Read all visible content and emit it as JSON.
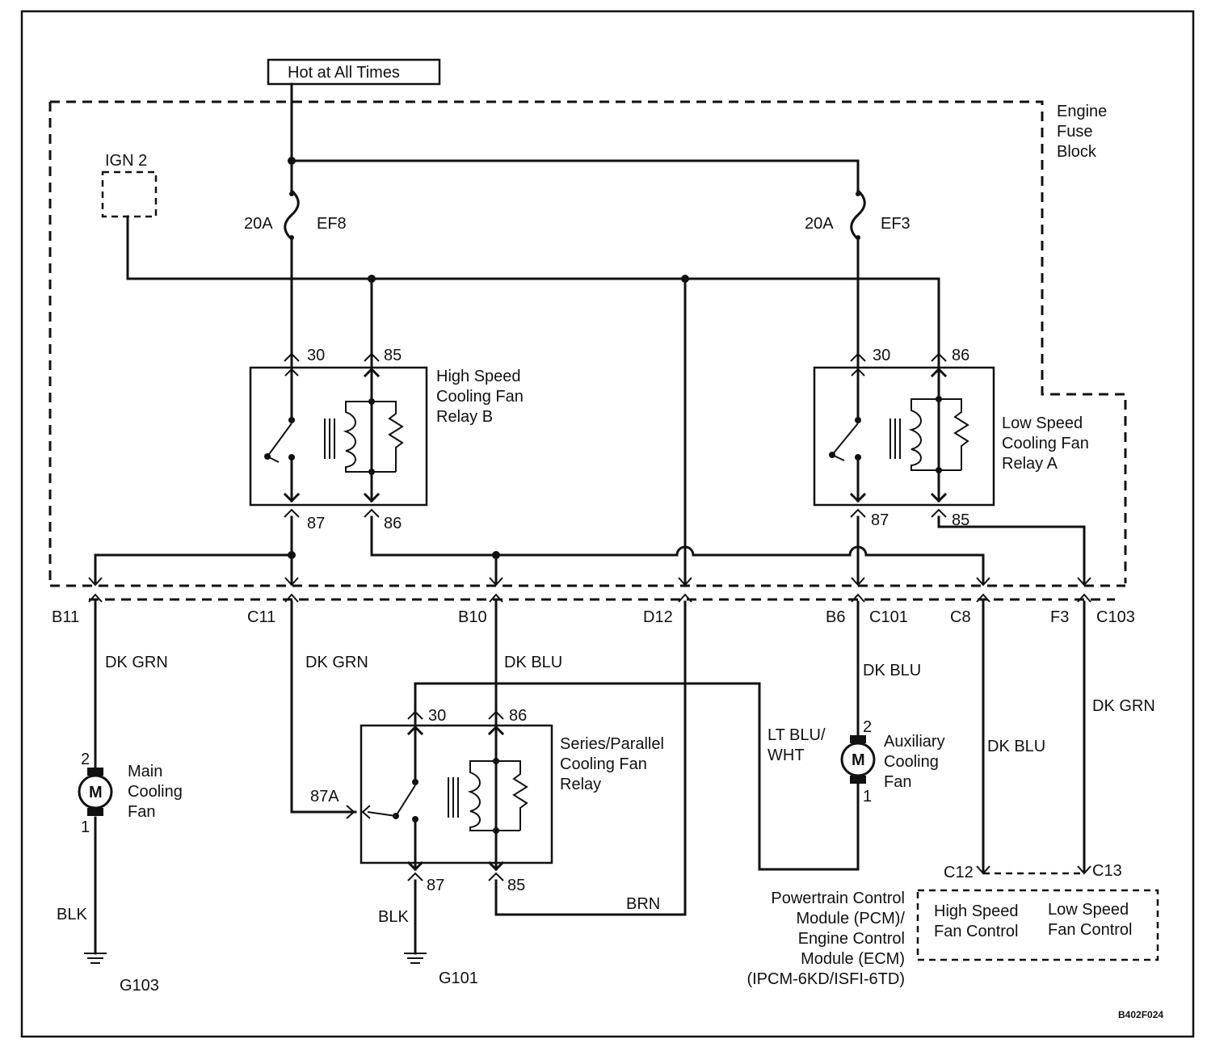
{
  "hot_label": "Hot at All Times",
  "engine_fuse_block": [
    "Engine",
    "Fuse",
    "Block"
  ],
  "ign2": "IGN 2",
  "fuses": {
    "ef8": {
      "rating": "20A",
      "name": "EF8"
    },
    "ef3": {
      "rating": "20A",
      "name": "EF3"
    }
  },
  "relay_b": {
    "title": [
      "High Speed",
      "Cooling Fan",
      "Relay B"
    ],
    "pins": {
      "p30": "30",
      "p85": "85",
      "p87": "87",
      "p86": "86"
    }
  },
  "relay_a": {
    "title": [
      "Low Speed",
      "Cooling Fan",
      "Relay A"
    ],
    "pins": {
      "p30": "30",
      "p86": "86",
      "p87": "87",
      "p85": "85"
    }
  },
  "relay_sp": {
    "title": [
      "Series/Parallel",
      "Cooling Fan",
      "Relay"
    ],
    "pins": {
      "p30": "30",
      "p86": "86",
      "p87a": "87A",
      "p87": "87",
      "p85": "85"
    }
  },
  "connectors": {
    "b11": "B11",
    "c11": "C11",
    "b10": "B10",
    "d12": "D12",
    "b6": "B6",
    "c101": "C101",
    "c8": "C8",
    "f3": "F3",
    "c103": "C103",
    "c12": "C12",
    "c13": "C13"
  },
  "wires": {
    "dk_grn_1": "DK GRN",
    "dk_grn_2": "DK GRN",
    "dk_blu_1": "DK BLU",
    "dk_blu_2": "DK BLU",
    "dk_blu_3": "DK BLU",
    "dk_grn_3": "DK GRN",
    "lt_blu_wht": [
      "LT BLU/",
      "WHT"
    ],
    "brn": "BRN",
    "blk_1": "BLK",
    "blk_2": "BLK"
  },
  "main_fan": {
    "label": [
      "Main",
      "Cooling",
      "Fan"
    ],
    "motor": "M",
    "pin2": "2",
    "pin1": "1"
  },
  "aux_fan": {
    "label": [
      "Auxiliary",
      "Cooling",
      "Fan"
    ],
    "motor": "M",
    "pin2": "2",
    "pin1": "1"
  },
  "grounds": {
    "g103": "G103",
    "g101": "G101"
  },
  "pcm": {
    "label": [
      "Powertrain Control",
      "Module (PCM)/",
      "Engine Control",
      "Module (ECM)",
      "(IPCM-6KD/ISFI-6TD)"
    ],
    "high_speed": [
      "High Speed",
      "Fan Control"
    ],
    "low_speed": [
      "Low Speed",
      "Fan Control"
    ]
  },
  "figure_code": "B402F024"
}
